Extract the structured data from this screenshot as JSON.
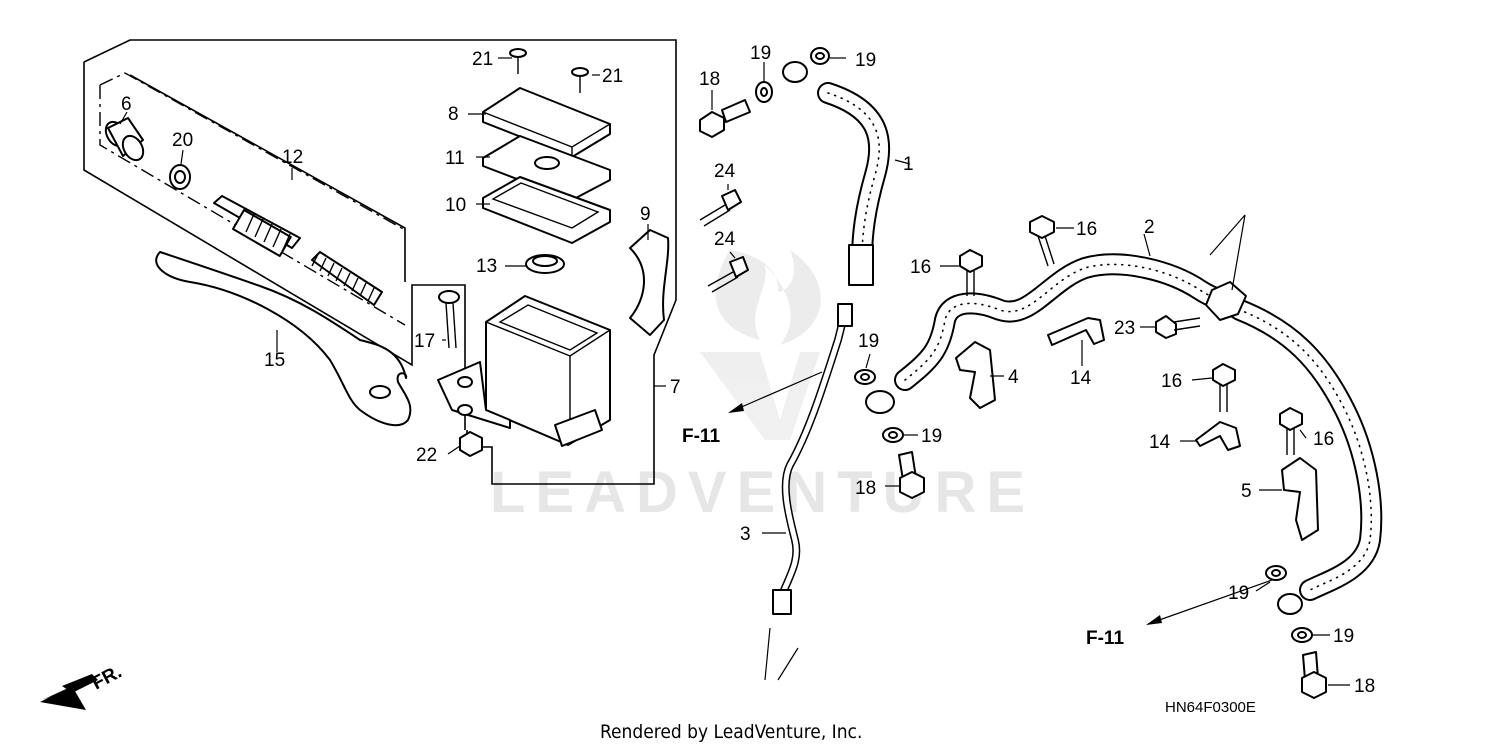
{
  "diagram": {
    "watermark": "LEADVENTURE",
    "footer": "Rendered by LeadVenture, Inc.",
    "diagram_code": "HN64F0300E",
    "front_marker": "FR.",
    "references": [
      "F-11",
      "F-11"
    ],
    "callouts": [
      {
        "id": "c1",
        "label": "1"
      },
      {
        "id": "c2",
        "label": "2"
      },
      {
        "id": "c3",
        "label": "3"
      },
      {
        "id": "c4",
        "label": "4"
      },
      {
        "id": "c5",
        "label": "5"
      },
      {
        "id": "c6",
        "label": "6"
      },
      {
        "id": "c7",
        "label": "7"
      },
      {
        "id": "c8",
        "label": "8"
      },
      {
        "id": "c9",
        "label": "9"
      },
      {
        "id": "c10",
        "label": "10"
      },
      {
        "id": "c11",
        "label": "11"
      },
      {
        "id": "c12",
        "label": "12"
      },
      {
        "id": "c13",
        "label": "13"
      },
      {
        "id": "c14a",
        "label": "14"
      },
      {
        "id": "c14b",
        "label": "14"
      },
      {
        "id": "c15",
        "label": "15"
      },
      {
        "id": "c16a",
        "label": "16"
      },
      {
        "id": "c16b",
        "label": "16"
      },
      {
        "id": "c16c",
        "label": "16"
      },
      {
        "id": "c16d",
        "label": "16"
      },
      {
        "id": "c17",
        "label": "17"
      },
      {
        "id": "c18a",
        "label": "18"
      },
      {
        "id": "c18b",
        "label": "18"
      },
      {
        "id": "c18c",
        "label": "18"
      },
      {
        "id": "c19a",
        "label": "19"
      },
      {
        "id": "c19b",
        "label": "19"
      },
      {
        "id": "c19c",
        "label": "19"
      },
      {
        "id": "c19d",
        "label": "19"
      },
      {
        "id": "c19e",
        "label": "19"
      },
      {
        "id": "c19f",
        "label": "19"
      },
      {
        "id": "c20",
        "label": "20"
      },
      {
        "id": "c21a",
        "label": "21"
      },
      {
        "id": "c21b",
        "label": "21"
      },
      {
        "id": "c22",
        "label": "22"
      },
      {
        "id": "c23",
        "label": "23"
      },
      {
        "id": "c24a",
        "label": "24"
      },
      {
        "id": "c24b",
        "label": "24"
      }
    ]
  }
}
